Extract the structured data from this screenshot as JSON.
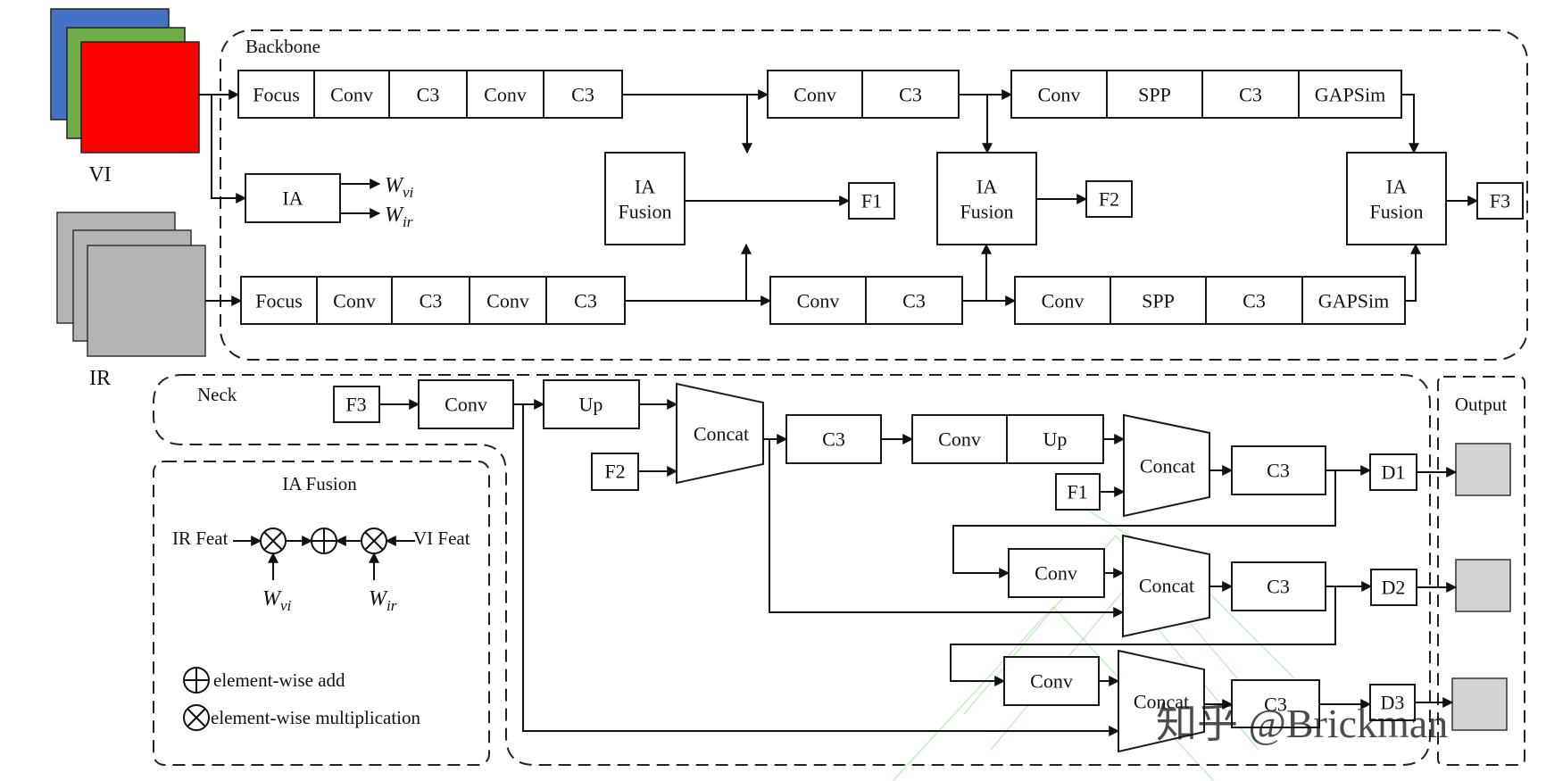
{
  "figure": {
    "inputs": {
      "visible": {
        "label": "VI",
        "colors": [
          "#4472C4",
          "#70AD47",
          "#FF0000"
        ]
      },
      "infrared": {
        "label": "IR",
        "colors": [
          "#B4B4B4",
          "#B4B4B4",
          "#B4B4B4"
        ]
      }
    },
    "backbone": {
      "title": "Backbone",
      "vi_stage1": [
        "Focus",
        "Conv",
        "C3",
        "Conv",
        "C3"
      ],
      "vi_stage2": [
        "Conv",
        "C3"
      ],
      "vi_stage3": [
        "Conv",
        "SPP",
        "C3",
        "GAPSim"
      ],
      "ir_stage1": [
        "Focus",
        "Conv",
        "C3",
        "Conv",
        "C3"
      ],
      "ir_stage2": [
        "Conv",
        "C3"
      ],
      "ir_stage3": [
        "Conv",
        "SPP",
        "C3",
        "GAPSim"
      ],
      "ia_block": {
        "label": "IA",
        "outputs": [
          {
            "base": "W",
            "sub": "vi"
          },
          {
            "base": "W",
            "sub": "ir"
          }
        ]
      },
      "fusion_blocks": [
        {
          "line1": "IA",
          "line2": "Fusion",
          "output": "F1"
        },
        {
          "line1": "IA",
          "line2": "Fusion",
          "output": "F2"
        },
        {
          "line1": "IA",
          "line2": "Fusion",
          "output": "F3"
        }
      ]
    },
    "neck": {
      "title": "Neck",
      "row1": {
        "input": "F3",
        "blocks": [
          "Conv",
          "Up"
        ],
        "concat": "Concat",
        "after": "C3"
      },
      "row1_f2": "F2",
      "row2": {
        "blocks": [
          "Conv",
          "Up"
        ],
        "input": "F1",
        "concat": "Concat",
        "after": "C3",
        "detect": "D1"
      },
      "row3": {
        "block": "Conv",
        "concat": "Concat",
        "after": "C3",
        "detect": "D2"
      },
      "row4": {
        "block": "Conv",
        "concat": "Concat",
        "after": "C3",
        "detect": "D3"
      }
    },
    "output": {
      "title": "Output",
      "box_color": "#D3D3D3"
    },
    "legend": {
      "title": "IA Fusion",
      "left_input": "IR Feat",
      "right_input": "VI Feat",
      "left_weight": {
        "base": "W",
        "sub": "vi"
      },
      "right_weight": {
        "base": "W",
        "sub": "ir"
      },
      "add_label": "element-wise add",
      "mul_label": "element-wise multiplication"
    },
    "watermark": "知乎 @Brickman"
  }
}
